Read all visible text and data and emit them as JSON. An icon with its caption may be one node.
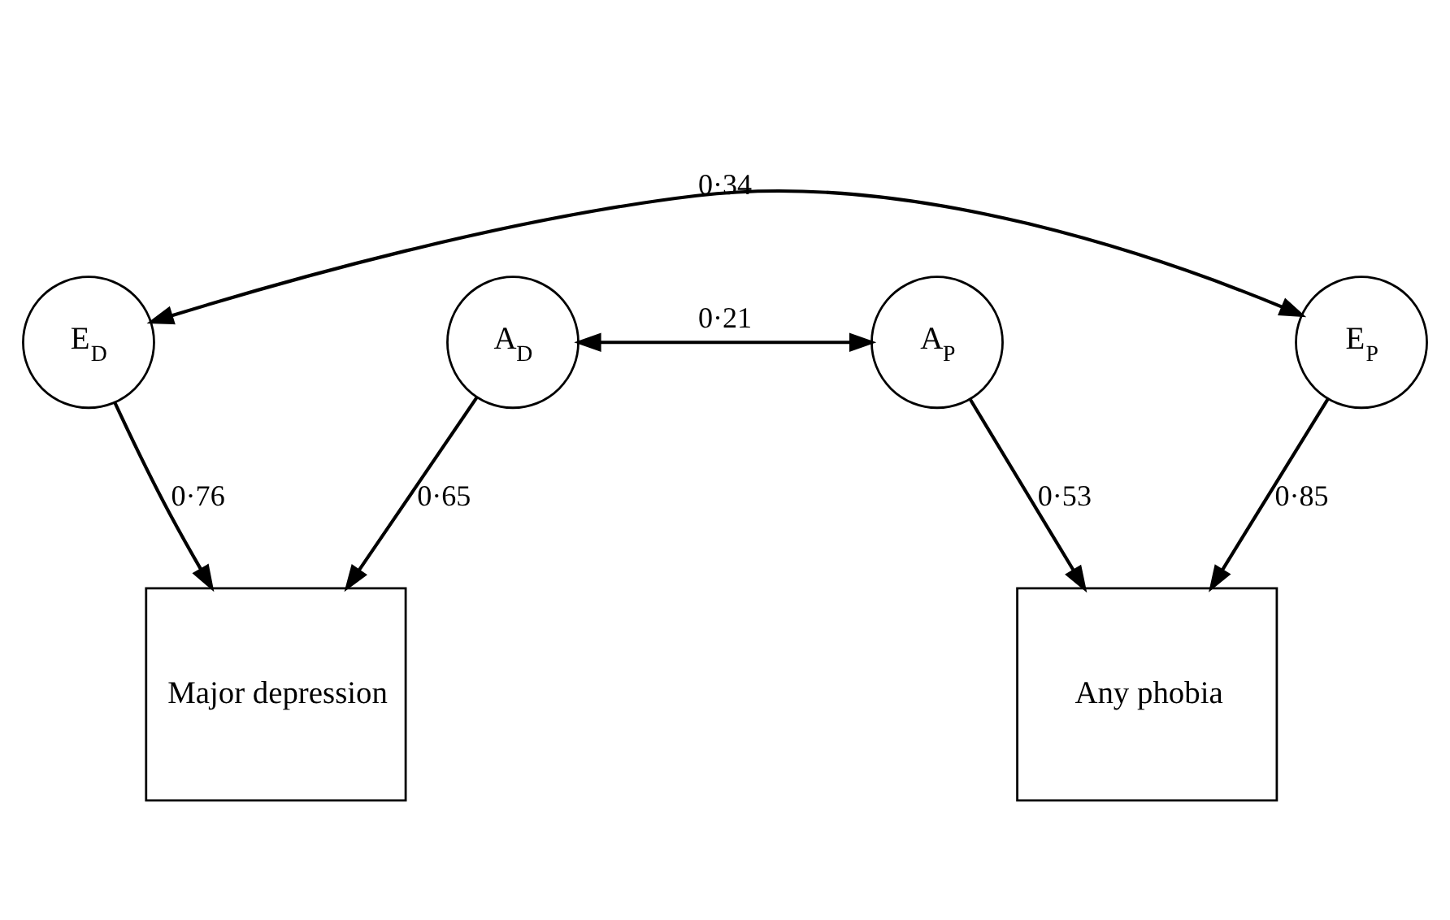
{
  "diagram": {
    "nodes": [
      {
        "text": [
          "E$_{D}$"
        ]
      },
      {
        "text": [
          "A$_{D}$"
        ]
      },
      {
        "text": [
          "A$_{P}$"
        ]
      },
      {
        "text": [
          "E$_{P}$"
        ]
      },
      {
        "text": [
          "Major depression"
        ]
      },
      {
        "text": [
          "Any phobia"
        ]
      }
    ],
    "edges": [
      {
        "from": 0,
        "to": 3,
        "arrow": "both",
        "label": "0·34"
      },
      {
        "from": 1,
        "to": 2,
        "arrow": "both",
        "label": "0·21"
      },
      {
        "from": 0,
        "to": 4,
        "arrow": "to",
        "label": "0·76"
      },
      {
        "from": 1,
        "to": 4,
        "arrow": "to",
        "label": "0·65"
      },
      {
        "from": 2,
        "to": 5,
        "arrow": "to",
        "label": "0·53"
      },
      {
        "from": 3,
        "to": 5,
        "arrow": "to",
        "label": "0·85"
      }
    ]
  }
}
